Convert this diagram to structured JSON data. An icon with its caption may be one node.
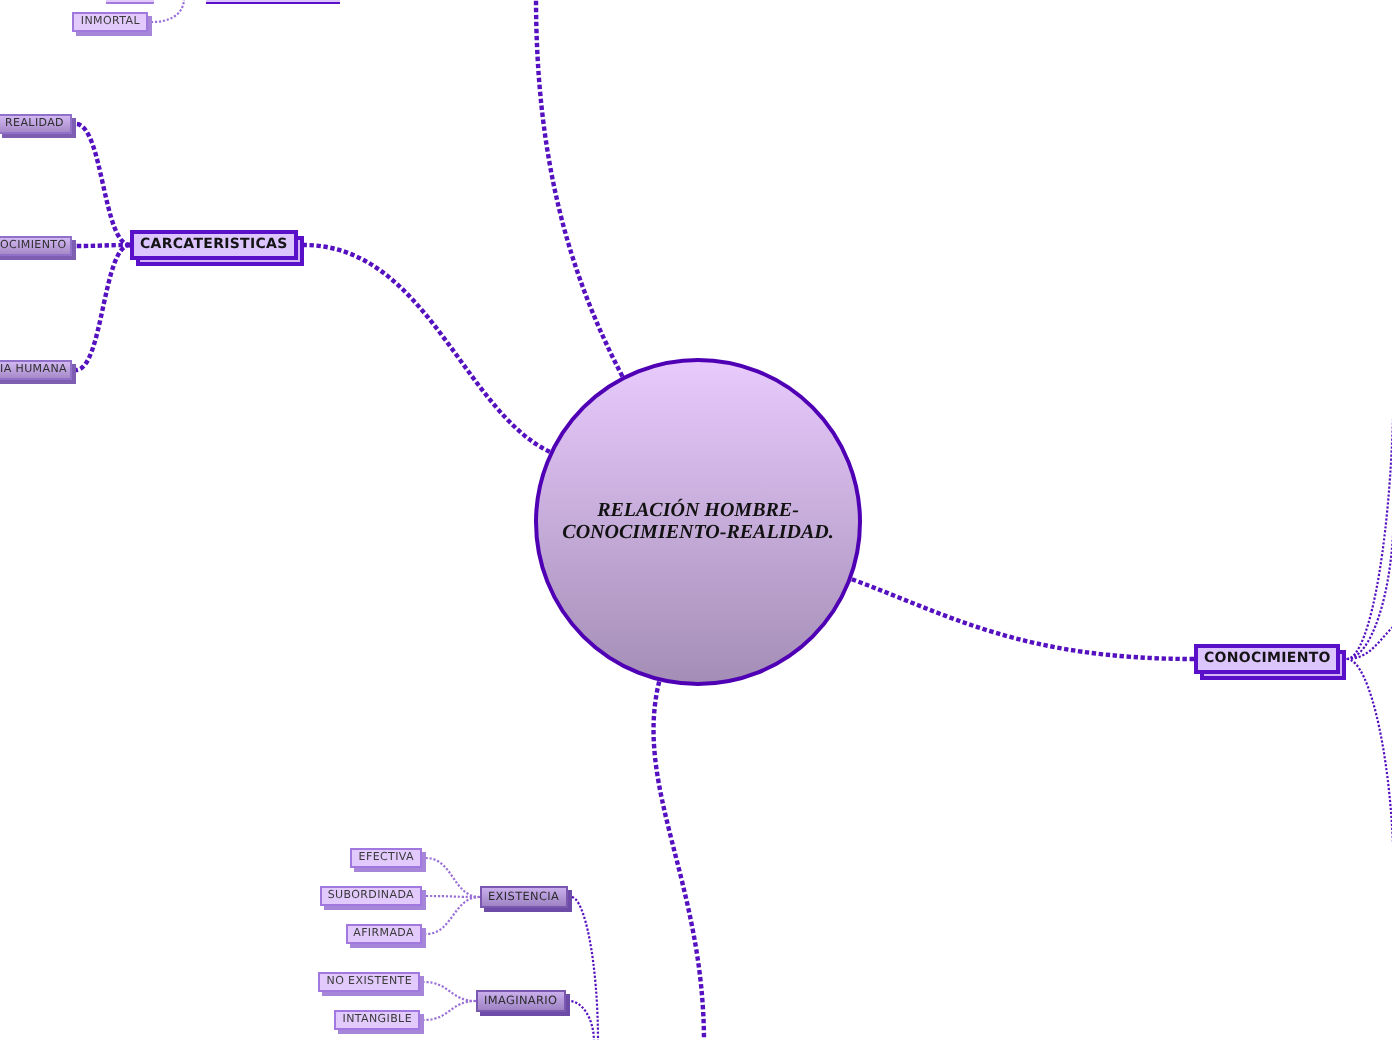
{
  "diagram": {
    "nodes": [
      {
        "text": [
          "INMORTAL"
        ]
      },
      {
        "text": [
          "REALIDAD"
        ]
      },
      {
        "text": [
          "OCIMIENTO"
        ]
      },
      {
        "text": [
          "CARCATERISTICAS"
        ]
      },
      {
        "text": [
          "IA HUMANA"
        ]
      },
      {
        "text": [
          "RELACIÓN HOMBRE-CONOCIMIENTO-REALIDAD."
        ]
      },
      {
        "text": [
          "CONOCIMIENTO"
        ]
      },
      {
        "text": [
          "EFECTIVA"
        ]
      },
      {
        "text": [
          "SUBORDINADA"
        ]
      },
      {
        "text": [
          "EXISTENCIA"
        ]
      },
      {
        "text": [
          "AFIRMADA"
        ]
      },
      {
        "text": [
          "NO EXISTENTE"
        ]
      },
      {
        "text": [
          "IMAGINARIO"
        ]
      },
      {
        "text": [
          "INTANGIBLE"
        ]
      }
    ],
    "edges": [
      {
        "from": null,
        "to": 0,
        "arrow": "none",
        "color": "#9a70d8"
      },
      {
        "from": 5,
        "to": null,
        "arrow": "none",
        "style": "dashed"
      },
      {
        "from": 5,
        "to": 3,
        "arrow": "none",
        "style": "dashed"
      },
      {
        "from": 3,
        "to": 1,
        "arrow": "none",
        "style": "dashed"
      },
      {
        "from": 3,
        "to": 2,
        "arrow": "none",
        "style": "dashed"
      },
      {
        "from": 3,
        "to": 4,
        "arrow": "none",
        "style": "dashed"
      },
      {
        "from": 5,
        "to": 6,
        "arrow": "none",
        "style": "dashed"
      },
      {
        "from": 6,
        "to": null,
        "arrow": "none"
      },
      {
        "from": 6,
        "to": null,
        "arrow": "none"
      },
      {
        "from": 6,
        "to": null,
        "arrow": "none"
      },
      {
        "from": 6,
        "to": null,
        "arrow": "none"
      },
      {
        "from": 5,
        "to": null,
        "arrow": "none",
        "style": "dashed"
      },
      {
        "from": null,
        "to": 9,
        "arrow": "none"
      },
      {
        "from": 9,
        "to": 7,
        "arrow": "none",
        "color": "#9a70d8"
      },
      {
        "from": 9,
        "to": 8,
        "arrow": "none",
        "color": "#9a70d8"
      },
      {
        "from": 9,
        "to": 10,
        "arrow": "none",
        "color": "#9a70d8"
      },
      {
        "from": null,
        "to": 12,
        "arrow": "none"
      },
      {
        "from": 12,
        "to": 11,
        "arrow": "none",
        "color": "#9a70d8"
      },
      {
        "from": 12,
        "to": 13,
        "arrow": "none",
        "color": "#9a70d8"
      }
    ]
  }
}
